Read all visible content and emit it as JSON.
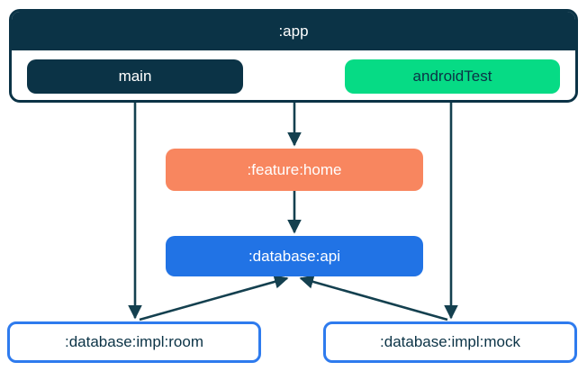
{
  "colors": {
    "navy": "#0B3346",
    "green": "#06DB85",
    "coral": "#F8865F",
    "blue": "#2173E5",
    "blue_border": "#2E7BEE",
    "arrow": "#14404F",
    "white": "#FFFFFF"
  },
  "app": {
    "title": ":app",
    "source_sets": [
      {
        "id": "main",
        "label": "main"
      },
      {
        "id": "androidTest",
        "label": "androidTest"
      }
    ]
  },
  "modules": [
    {
      "id": "feature-home",
      "label": ":feature:home"
    },
    {
      "id": "database-api",
      "label": ":database:api"
    },
    {
      "id": "database-impl-room",
      "label": ":database:impl:room"
    },
    {
      "id": "database-impl-mock",
      "label": ":database:impl:mock"
    }
  ],
  "edges": [
    {
      "from": ":app main",
      "to": ":database:impl:room"
    },
    {
      "from": ":app androidTest",
      "to": ":database:impl:mock"
    },
    {
      "from": ":app",
      "to": ":feature:home"
    },
    {
      "from": ":feature:home",
      "to": ":database:api"
    },
    {
      "from": ":database:impl:room",
      "to": ":database:api"
    },
    {
      "from": ":database:impl:mock",
      "to": ":database:api"
    }
  ]
}
